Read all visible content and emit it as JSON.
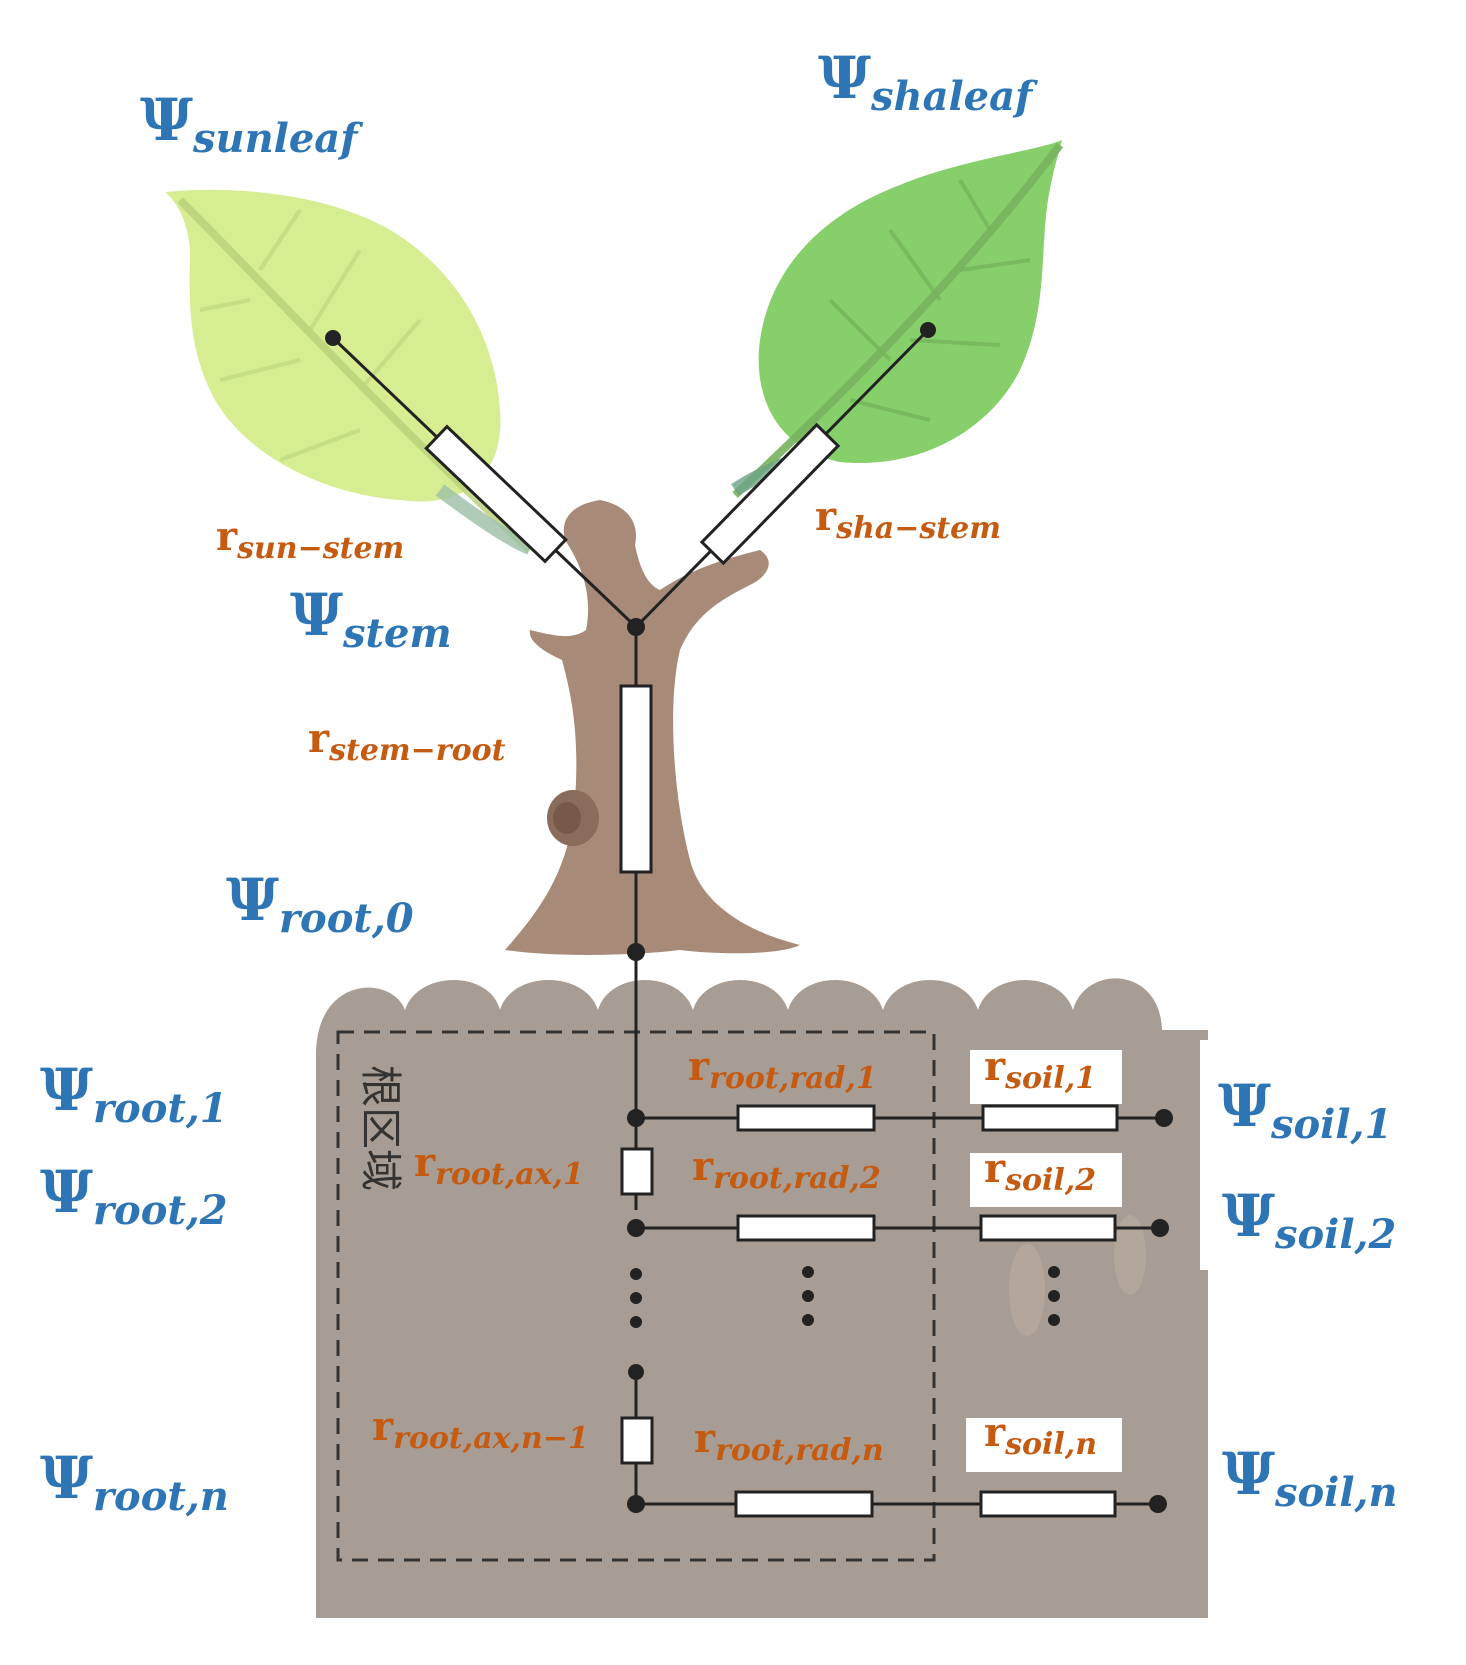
{
  "diagram": {
    "potentials": {
      "sunleaf": {
        "symbol": "Ψ",
        "sub": "sunleaf"
      },
      "shaleaf": {
        "symbol": "Ψ",
        "sub": "shaleaf"
      },
      "stem": {
        "symbol": "Ψ",
        "sub": "stem"
      },
      "root0": {
        "symbol": "Ψ",
        "sub": "root,0"
      },
      "root1": {
        "symbol": "Ψ",
        "sub": "root,1"
      },
      "root2": {
        "symbol": "Ψ",
        "sub": "root,2"
      },
      "rootn": {
        "symbol": "Ψ",
        "sub": "root,n"
      },
      "soil1": {
        "symbol": "Ψ",
        "sub": "soil,1"
      },
      "soil2": {
        "symbol": "Ψ",
        "sub": "soil,2"
      },
      "soiln": {
        "symbol": "Ψ",
        "sub": "soil,n"
      }
    },
    "resistances": {
      "sun_stem": {
        "symbol": "r",
        "sub": "sun−stem"
      },
      "sha_stem": {
        "symbol": "r",
        "sub": "sha−stem"
      },
      "stem_root": {
        "symbol": "r",
        "sub": "stem−root"
      },
      "root_rad_1": {
        "symbol": "r",
        "sub": "root,rad,1"
      },
      "root_rad_2": {
        "symbol": "r",
        "sub": "root,rad,2"
      },
      "root_rad_n": {
        "symbol": "r",
        "sub": "root,rad,n"
      },
      "root_ax_1": {
        "symbol": "r",
        "sub": "root,ax,1"
      },
      "root_ax_n1": {
        "symbol": "r",
        "sub": "root,ax,n−1"
      },
      "soil_1": {
        "symbol": "r",
        "sub": "soil,1"
      },
      "soil_2": {
        "symbol": "r",
        "sub": "soil,2"
      },
      "soil_n": {
        "symbol": "r",
        "sub": "soil,n"
      }
    },
    "root_zone_label": "根区域",
    "colors": {
      "potential": "#2e75b6",
      "resistance": "#c55a11",
      "soil": "#a89d94",
      "trunk": "#a88a78",
      "sunleaf": "#d4ec8c",
      "shaleaf": "#86cf6b"
    }
  }
}
